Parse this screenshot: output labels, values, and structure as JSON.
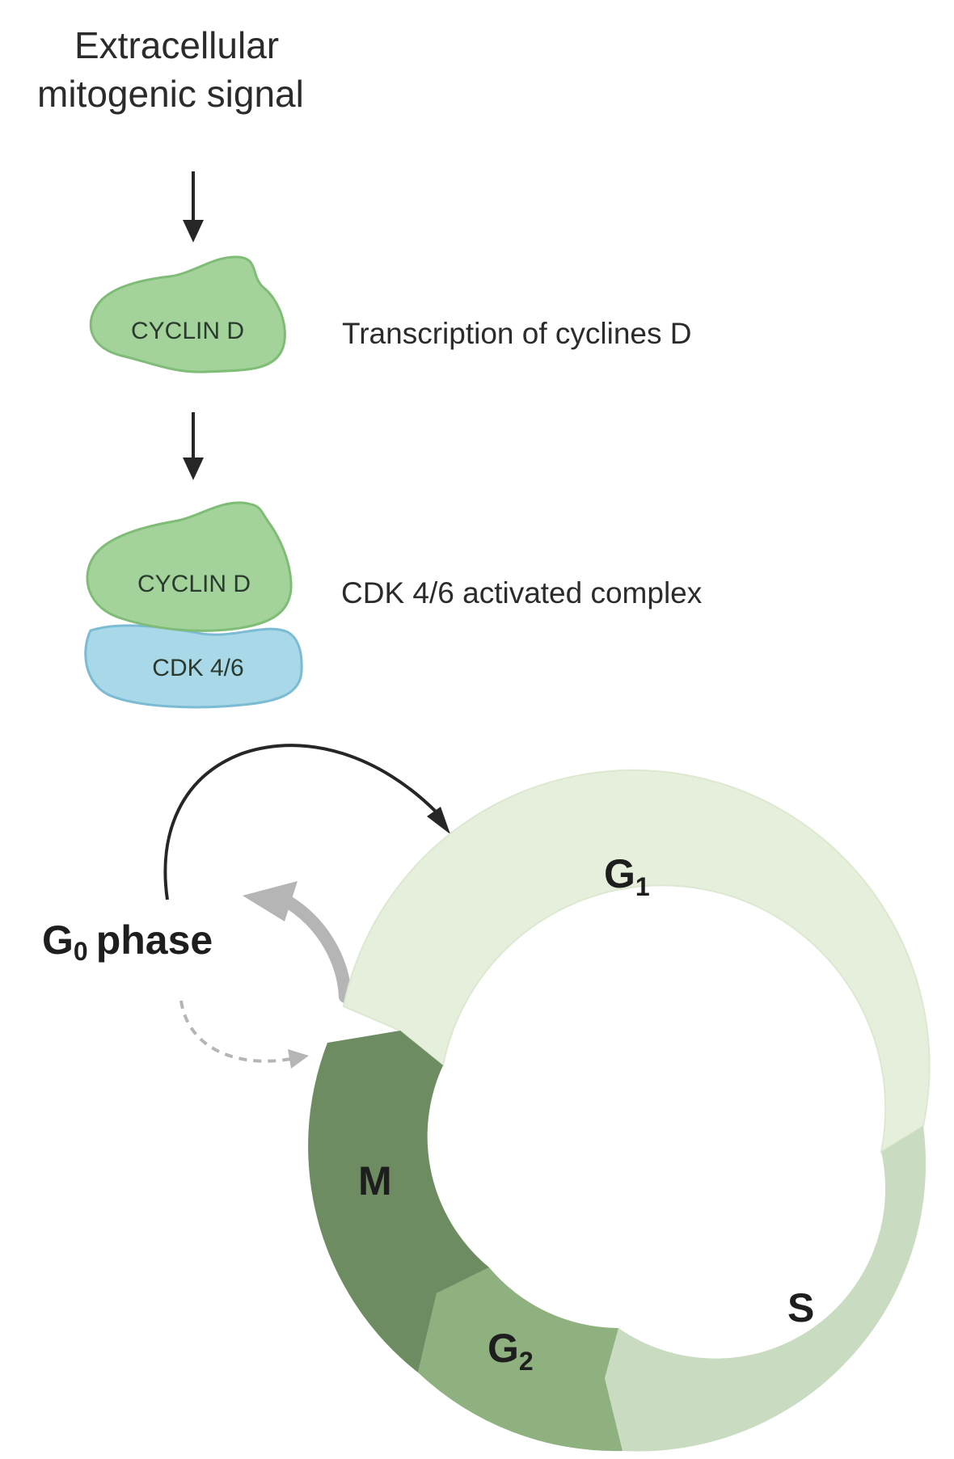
{
  "signal": {
    "line1": "Extracellular",
    "line2": "mitogenic signal"
  },
  "steps": {
    "transcription": {
      "protein_label": "CYCLIN D",
      "description": "Transcription of cyclines D"
    },
    "complex": {
      "cyclin_label": "CYCLIN D",
      "cdk_label": "CDK 4/6",
      "description": "CDK 4/6 activated complex"
    }
  },
  "quiescence": {
    "letter": "G",
    "subscript": "0",
    "word": "phase"
  },
  "cell_cycle": {
    "phases": [
      {
        "id": "g1",
        "letter": "G",
        "subscript": "1",
        "color": "#e6efdc"
      },
      {
        "id": "s",
        "letter": "S",
        "subscript": "",
        "color": "#c9dcc2"
      },
      {
        "id": "g2",
        "letter": "G",
        "subscript": "2",
        "color": "#8fb07f"
      },
      {
        "id": "m",
        "letter": "M",
        "subscript": "",
        "color": "#6e8c62"
      }
    ]
  },
  "colors": {
    "cyclin_fill": "#a3d39b",
    "cyclin_stroke": "#7fbd77",
    "cdk_fill": "#a9d8e8",
    "cdk_stroke": "#7bbbd3",
    "arrow_dark": "#262626",
    "arrow_gray": "#b5b5b5"
  }
}
